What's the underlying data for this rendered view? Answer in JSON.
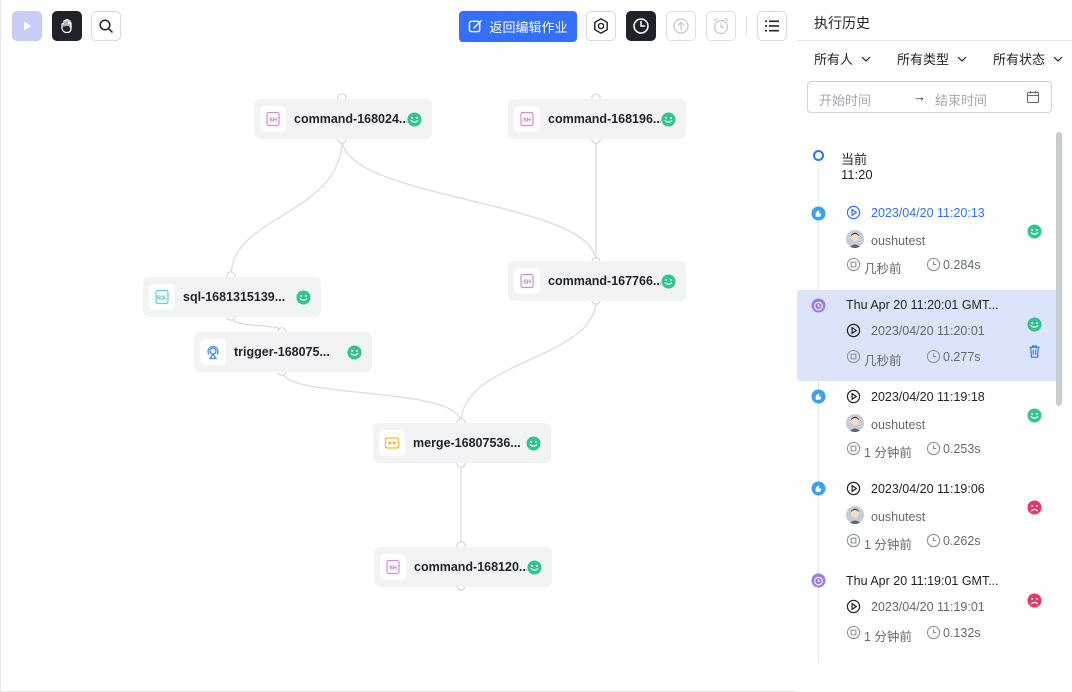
{
  "toolbar": {
    "back_label": "返回编辑作业"
  },
  "nodes": [
    {
      "id": "n1",
      "label": "command-168024...",
      "type": "command",
      "status": "success"
    },
    {
      "id": "n2",
      "label": "command-168196...",
      "type": "command",
      "status": "success"
    },
    {
      "id": "n3",
      "label": "sql-1681315139...",
      "type": "sql",
      "status": "success"
    },
    {
      "id": "n4",
      "label": "command-167766...",
      "type": "command",
      "status": "success"
    },
    {
      "id": "n5",
      "label": "trigger-168075...",
      "type": "trigger",
      "status": "success"
    },
    {
      "id": "n6",
      "label": "merge-16807536...",
      "type": "merge",
      "status": "success"
    },
    {
      "id": "n7",
      "label": "command-168120...",
      "type": "command",
      "status": "success"
    }
  ],
  "history": {
    "title": "执行历史",
    "filters": {
      "owner": "所有人",
      "type": "所有类型",
      "status": "所有状态"
    },
    "date_range": {
      "start_placeholder": "开始时间",
      "arrow": "→",
      "end_placeholder": "结束时间"
    },
    "current": {
      "label": "当前",
      "time": "11:20"
    },
    "entries": [
      {
        "kind": "manual",
        "run_time": "2023/04/20 11:20:13",
        "user": "oushutest",
        "ago": "几秒前",
        "duration": "0.284s",
        "status": "success",
        "highlight_link": true
      },
      {
        "kind": "scheduled",
        "title": "Thu Apr 20 11:20:01 GMT...",
        "run_time": "2023/04/20 11:20:01",
        "ago": "几秒前",
        "duration": "0.277s",
        "status": "success",
        "selected": true
      },
      {
        "kind": "manual",
        "run_time": "2023/04/20 11:19:18",
        "user": "oushutest",
        "ago": "1 分钟前",
        "duration": "0.253s",
        "status": "success"
      },
      {
        "kind": "manual",
        "run_time": "2023/04/20 11:19:06",
        "user": "oushutest",
        "ago": "1 分钟前",
        "duration": "0.262s",
        "status": "failed"
      },
      {
        "kind": "scheduled",
        "title": "Thu Apr 20 11:19:01 GMT...",
        "run_time": "2023/04/20 11:19:01",
        "ago": "1 分钟前",
        "duration": "0.132s",
        "status": "failed"
      }
    ]
  },
  "colors": {
    "primary": "#3370ff",
    "success": "#34c38f",
    "failed": "#e5396a",
    "scheduled": "#9a7cf0",
    "manual": "#3aa0f3"
  }
}
